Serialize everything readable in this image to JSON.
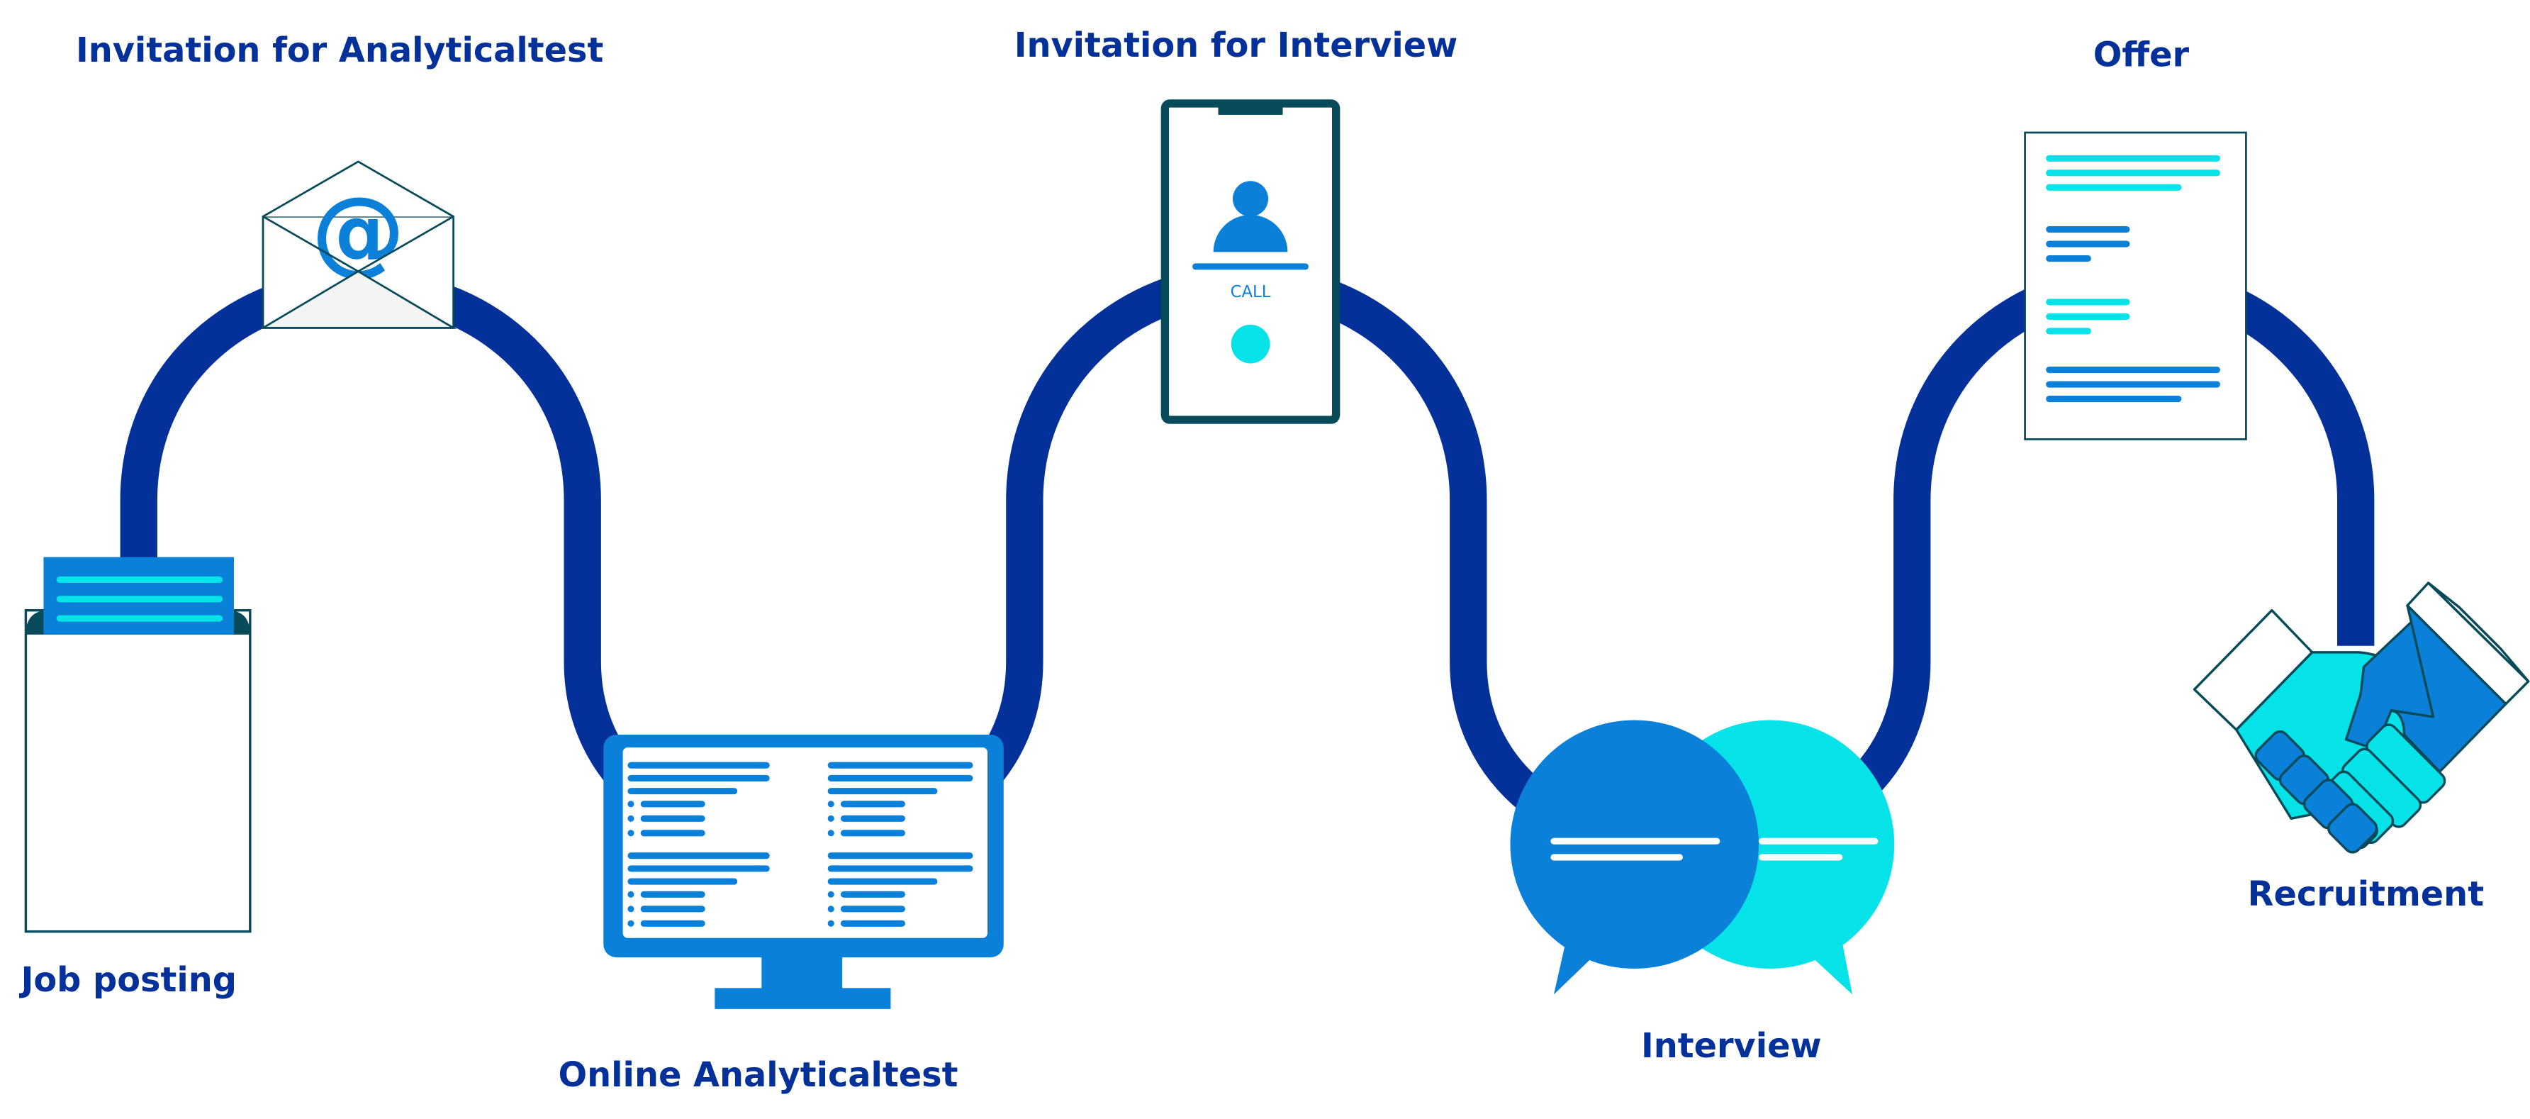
{
  "labels": {
    "job_posting": "Job posting",
    "invitation_analyticaltest": "Invitation for Analyticaltest",
    "online_analyticaltest": "Online Analyticaltest",
    "invitation_interview": "Invitation for Interview",
    "interview": "Interview",
    "offer": "Offer",
    "recruitment": "Recruitment"
  },
  "phone": {
    "call_label": "CALL"
  },
  "envelope": {
    "symbol": "@"
  },
  "colors": {
    "path": "#04309a",
    "label": "#04309a",
    "blue": "#0a80d8",
    "cyan": "#05e3e9",
    "outline": "#074a5a"
  }
}
